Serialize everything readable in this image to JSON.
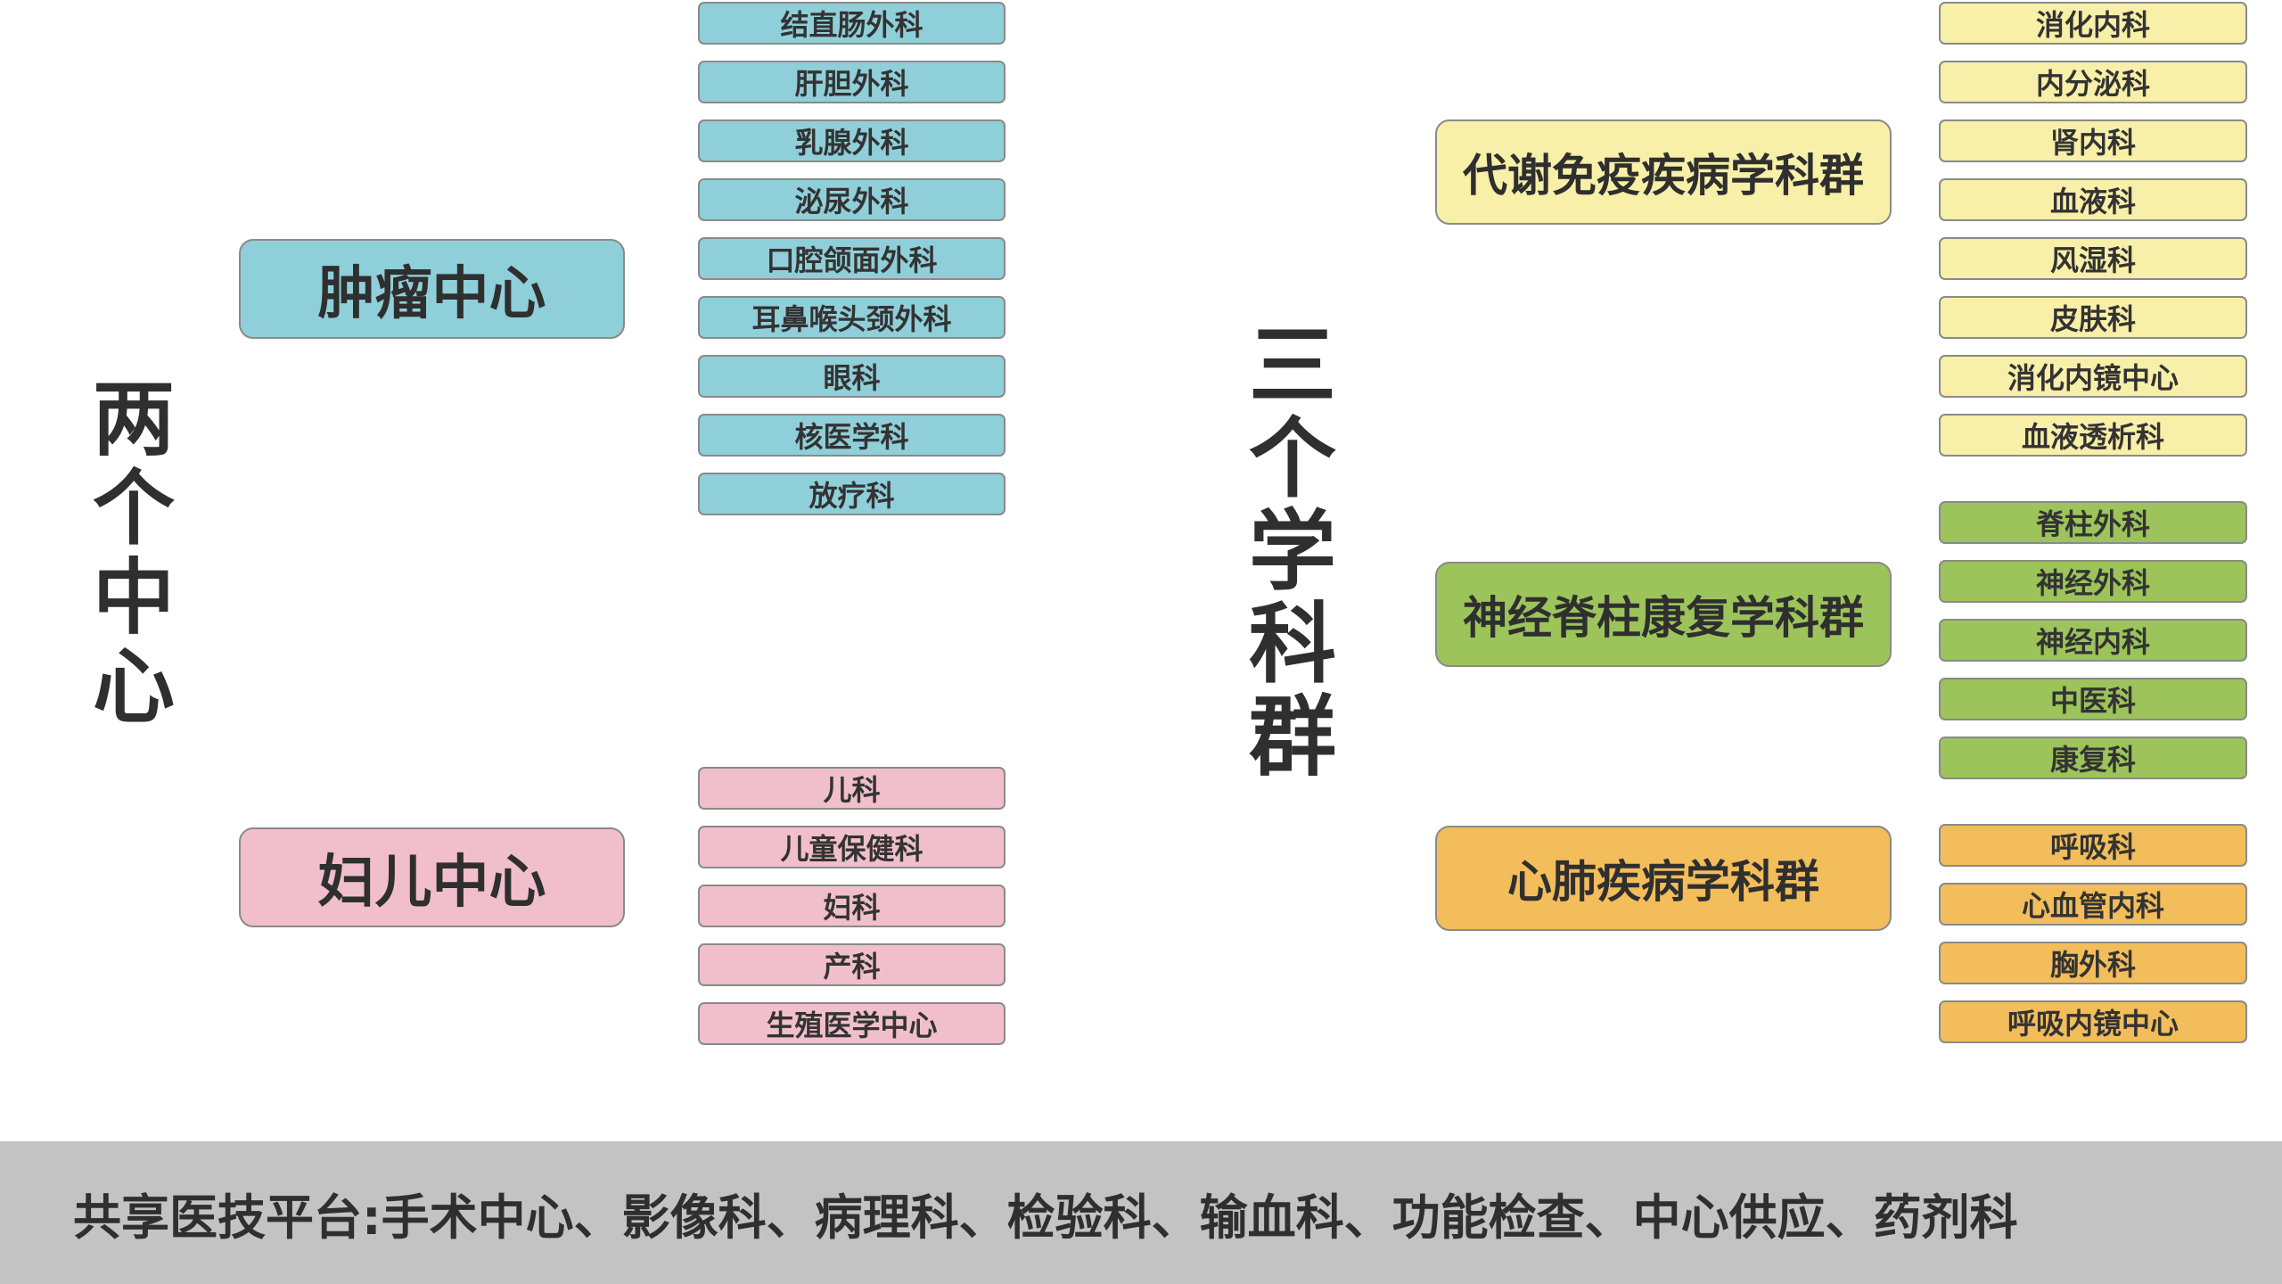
{
  "left_title": [
    "两",
    "个",
    "中",
    "心"
  ],
  "middle_title": [
    "三",
    "个",
    "学",
    "科",
    "群"
  ],
  "colors": {
    "tumor": "#8fcfd9",
    "women_children": "#f1bfcb",
    "metabolic": "#f8efa8",
    "neuro": "#9cc45b",
    "cardio": "#f2bd5a",
    "footer_bg": "#c3c3c3"
  },
  "centers": [
    {
      "name": "肿瘤中心",
      "departments": [
        "结直肠外科",
        "肝胆外科",
        "乳腺外科",
        "泌尿外科",
        "口腔颌面外科",
        "耳鼻喉头颈外科",
        "眼科",
        "核医学科",
        "放疗科"
      ]
    },
    {
      "name": "妇儿中心",
      "departments": [
        "儿科",
        "儿童保健科",
        "妇科",
        "产科",
        "生殖医学中心"
      ]
    }
  ],
  "groups": [
    {
      "name": "代谢免疫疾病学科群",
      "departments": [
        "消化内科",
        "内分泌科",
        "肾内科",
        "血液科",
        "风湿科",
        "皮肤科",
        "消化内镜中心",
        "血液透析科"
      ]
    },
    {
      "name": "神经脊柱康复学科群",
      "departments": [
        "脊柱外科",
        "神经外科",
        "神经内科",
        "中医科",
        "康复科"
      ]
    },
    {
      "name": "心肺疾病学科群",
      "departments": [
        "呼吸科",
        "心血管内科",
        "胸外科",
        "呼吸内镜中心"
      ]
    }
  ],
  "footer": "共享医技平台:手术中心、影像科、病理科、检验科、输血科、功能检查、中心供应、药剂科"
}
